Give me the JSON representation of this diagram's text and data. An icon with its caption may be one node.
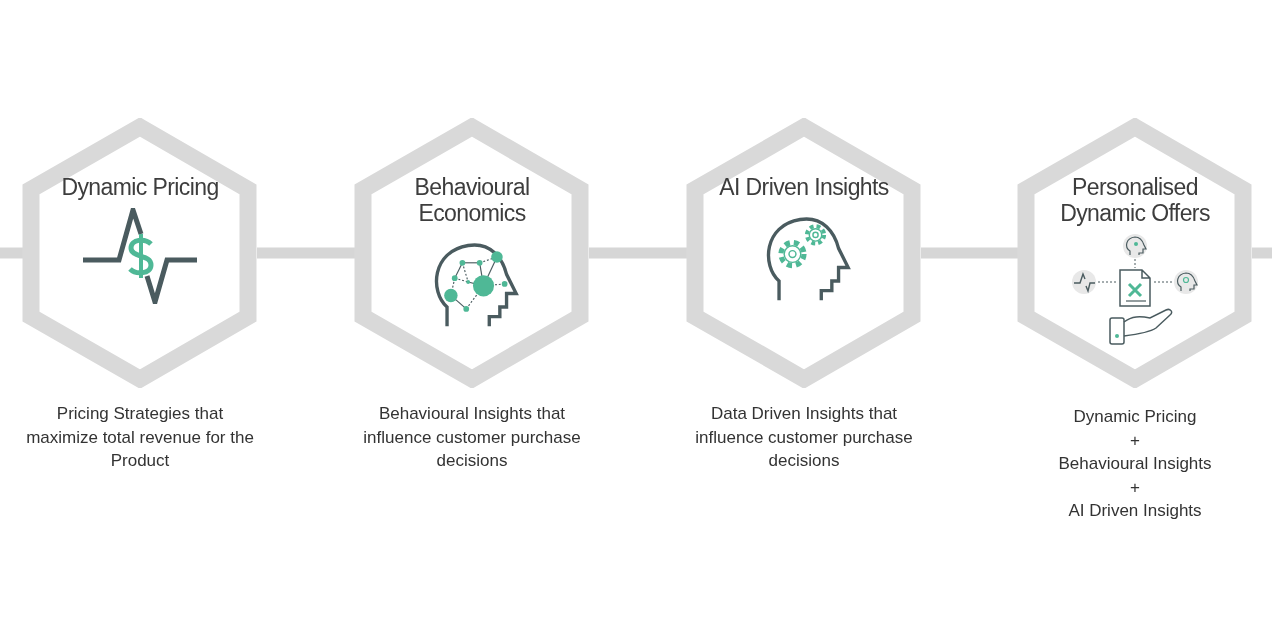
{
  "diagram": {
    "nodes": [
      {
        "text": [
          "Dynamic Pricing"
        ],
        "beside": [
          "Pricing Strategies that maximize total revenue for the Product"
        ]
      },
      {
        "text": [
          "Behavioural Economics"
        ],
        "beside": [
          "Behavioural Insights that influence customer purchase decisions"
        ]
      },
      {
        "text": [
          "AI Driven Insights"
        ],
        "beside": [
          "Data Driven Insights that influence customer purchase decisions"
        ]
      },
      {
        "text": [
          "Personalised Dynamic Offers"
        ],
        "beside": [
          "Dynamic Pricing",
          "+",
          "Behavioural Insights",
          "+",
          "AI Driven Insights"
        ]
      }
    ],
    "edges": [
      {
        "from": null,
        "to": 0,
        "arrow": "none"
      },
      {
        "from": 0,
        "to": 1,
        "arrow": "none"
      },
      {
        "from": 1,
        "to": 2,
        "arrow": "none"
      },
      {
        "from": 2,
        "to": 3,
        "arrow": "none"
      },
      {
        "from": 3,
        "to": null,
        "arrow": "none"
      }
    ]
  }
}
